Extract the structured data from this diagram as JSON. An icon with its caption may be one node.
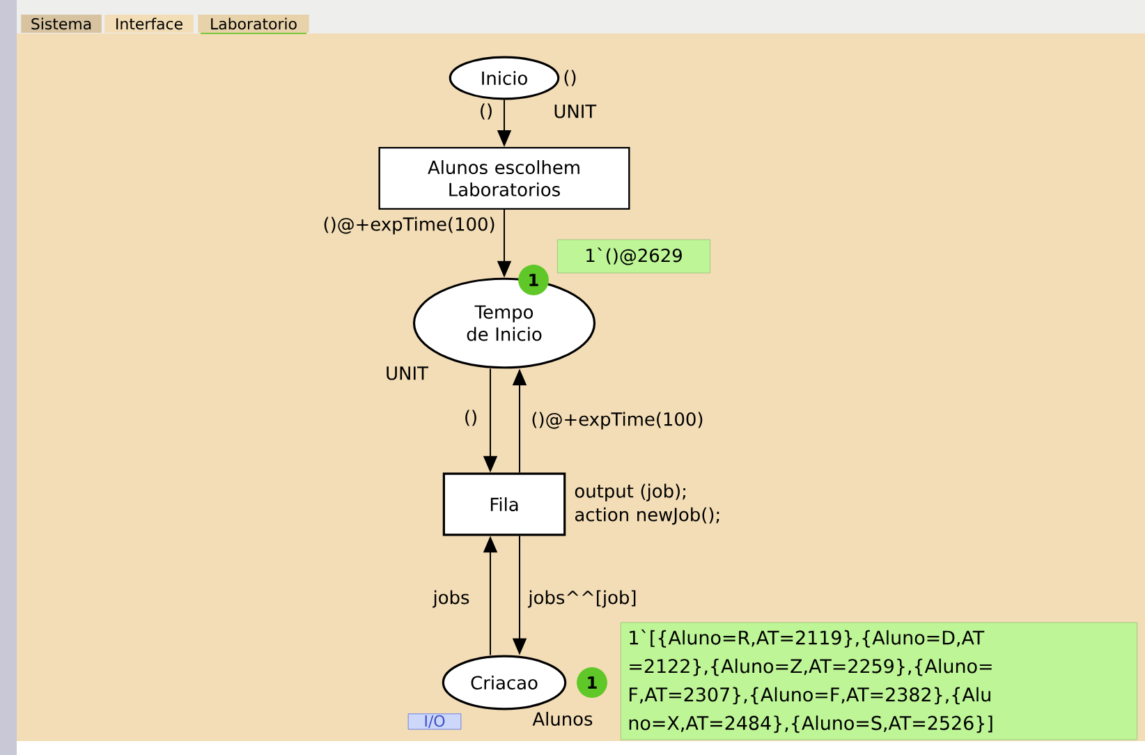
{
  "diagram": {
    "nodes": [
      {
        "text": [
          "Sistema"
        ]
      },
      {
        "text": [
          "Interface"
        ]
      },
      {
        "text": [
          "Laboratorio"
        ]
      },
      {
        "text": [
          "Inicio"
        ],
        "beside": [
          "()",
          "UNIT"
        ]
      },
      {
        "text": [
          "Alunos escolhem Laboratorios"
        ]
      },
      {
        "text": [
          "1"
        ]
      },
      {
        "text": [
          "1`()@2629"
        ]
      },
      {
        "text": [
          "Tempo de Inicio"
        ],
        "beside": [
          "UNIT"
        ]
      },
      {
        "text": [
          "Fila"
        ],
        "beside": [
          "output (job); action newJob();"
        ]
      },
      {
        "text": [
          "Criacao"
        ],
        "beside": [
          "Alunos"
        ]
      },
      {
        "text": [
          "1"
        ]
      },
      {
        "text": [
          "1`[{Aluno=R,AT=2119},{Aluno=D,AT =2122},{Aluno=Z,AT=2259},{Aluno= F,AT=2307},{Aluno=F,AT=2382},{Alu no=X,AT=2484},{Aluno=S,AT=2526}]"
        ]
      },
      {
        "text": [
          "I/O"
        ]
      }
    ],
    "edges": [
      {
        "from": 3,
        "to": 4,
        "arrow": "to",
        "label": "()"
      },
      {
        "from": 4,
        "to": 7,
        "arrow": "to",
        "label": "()@+expTime(100)"
      },
      {
        "from": 7,
        "to": 8,
        "arrow": "to",
        "label": "()"
      },
      {
        "from": 8,
        "to": 7,
        "arrow": "to",
        "label": "()@+expTime(100)"
      },
      {
        "from": 9,
        "to": 8,
        "arrow": "to",
        "label": "jobs"
      },
      {
        "from": 8,
        "to": 9,
        "arrow": "to",
        "label": "jobs^^[job]"
      }
    ]
  }
}
